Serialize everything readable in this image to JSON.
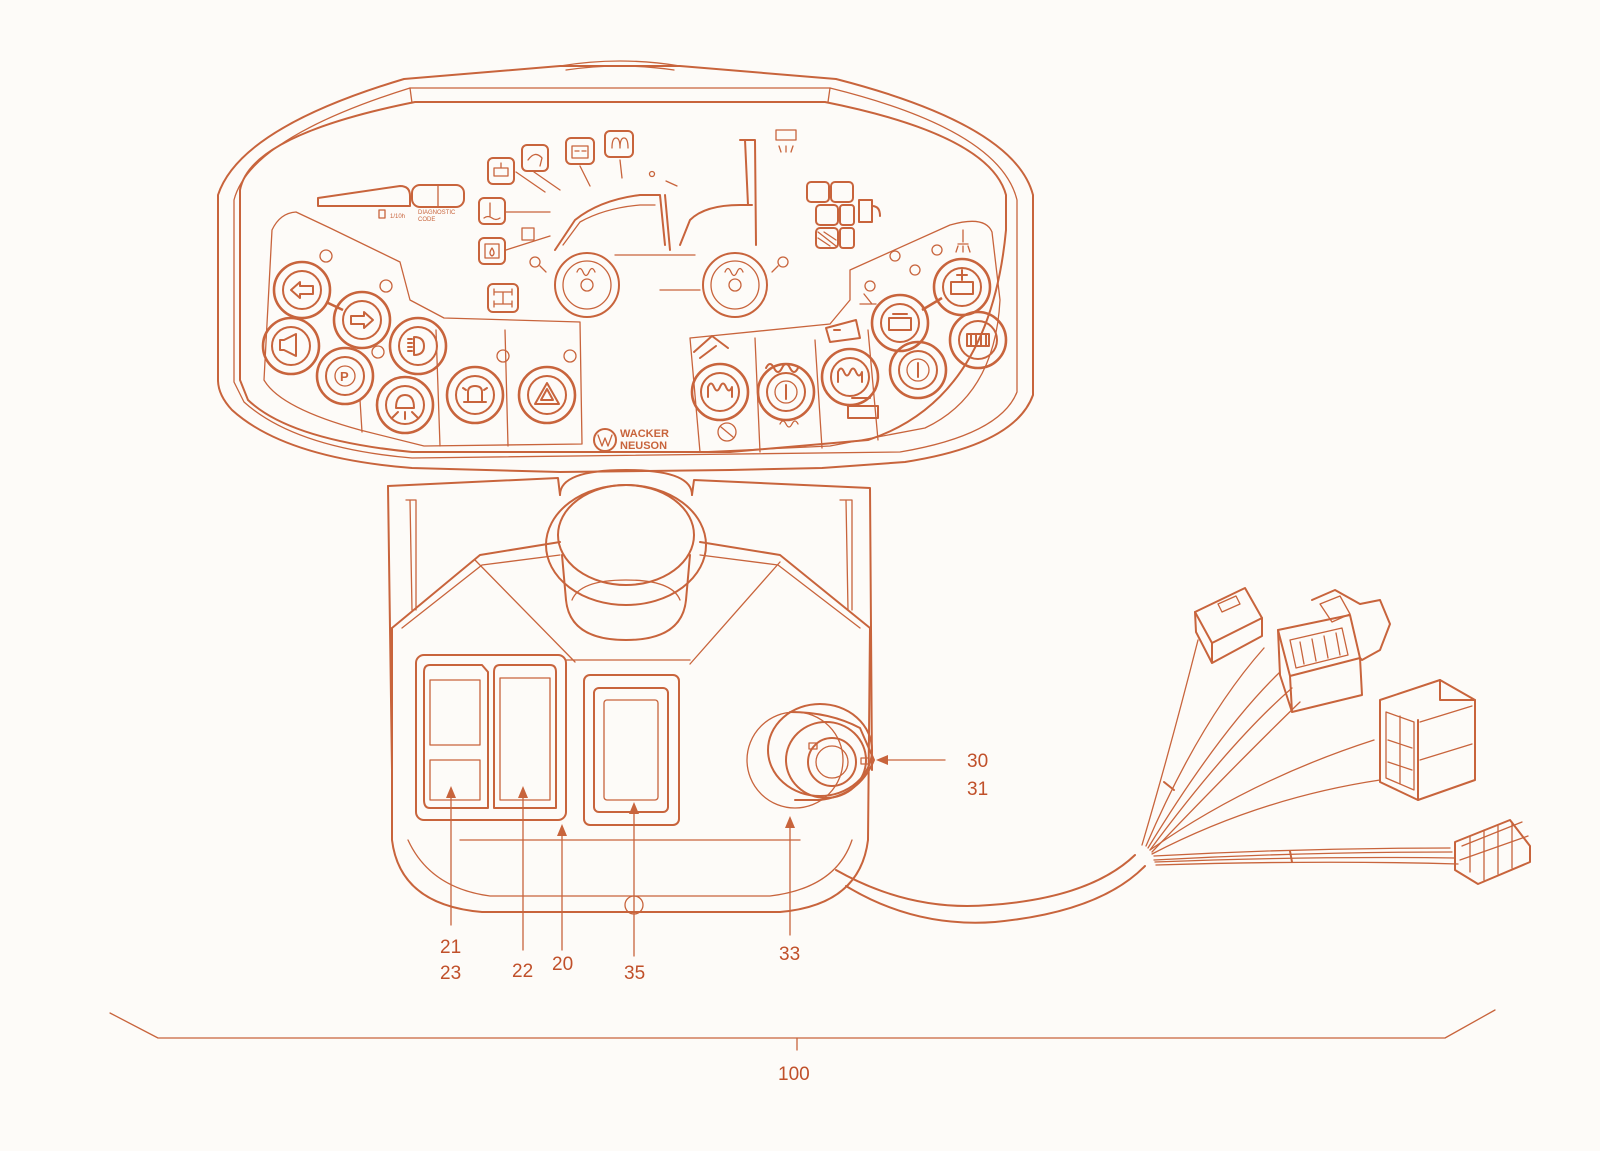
{
  "colors": {
    "line": "#c8643c",
    "text": "#c0502a",
    "background": "#fdfbf8"
  },
  "panel": {
    "brand_line1": "WACKER",
    "brand_line2": "NEUSON",
    "hour_unit": "1/10h",
    "diag_line1": "DIAGNOSTIC",
    "diag_line2": "CODE"
  },
  "icons": [
    "turn-left-icon",
    "turn-right-icon",
    "horn-icon",
    "parking-brake-icon",
    "headlight-icon",
    "work-light-icon",
    "beacon-icon",
    "hazard-icon",
    "vibration-icon",
    "power-icon",
    "fuel-icon",
    "battery-icon",
    "coolant-temperature-icon",
    "oil-pressure-icon",
    "glow-plug-icon",
    "sprinkler-icon"
  ],
  "callouts": {
    "c30": "30",
    "c31": "31",
    "c21": "21",
    "c23": "23",
    "c22": "22",
    "c20": "20",
    "c35": "35",
    "c33": "33",
    "c100": "100"
  }
}
